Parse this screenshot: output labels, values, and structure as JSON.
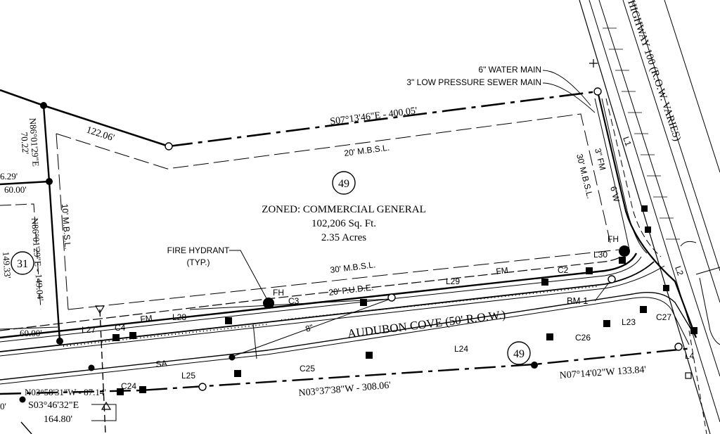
{
  "lot_49": {
    "number": "49",
    "zoning": "ZONED: COMMERCIAL GENERAL",
    "area_sqft": "102,206 Sq. Ft.",
    "area_acres": "2.35 Acres",
    "front_label_number": "49"
  },
  "lot_31": {
    "number": "31"
  },
  "setbacks": {
    "north": "20' M.B.S.L.",
    "east": "30' M.B.S.L.",
    "south": "30' M.B.S.L.",
    "west": "10' M.B.S.L.",
    "pude": "20' P.U.D.E."
  },
  "bearings": {
    "north_line": "S07°13'46\"E - 400.05'",
    "north_west": "122.06'",
    "lot31_top": "N86°01'29\"E",
    "lot31_top_dist": "70.22'",
    "lot31_side": "N86°01'29\"E - 149.04'",
    "cut_a": "6.29'",
    "dist_60_a": "60.00'",
    "dist_60_b": "60.00'",
    "cut_b": "149.33'",
    "south_line": "N03°37'38\"W - 308.06'",
    "south_east": "N07°14'02\"W 133.84'",
    "sw_a": "N03°58'31\"W - 87.14'",
    "sw_b": "S03°46'32\"E",
    "sw_b_dist": "164.80'",
    "cut_c": "0'"
  },
  "road": {
    "name": "AUDUBON COVE  (50' R.O.W.)",
    "highway": "HIGHWAY 100 (R.O.W. VARIES)"
  },
  "utilities": {
    "water_main": "6\" WATER MAIN",
    "sewer_main": "3\" LOW PRESSURE SEWER MAIN",
    "fire_hydrant": "FIRE HYDRANT",
    "fire_hydrant_typ": "(TYP.)",
    "fh": "FH",
    "fm": "FM",
    "sa": "SA",
    "pipe_8": "8\"",
    "fm_3": "3\" FM",
    "w_6": "6\"W",
    "benchmark": "BM 1"
  },
  "curves": [
    "C2",
    "C3",
    "C4",
    "C24",
    "C25",
    "C26",
    "C27"
  ],
  "lines": [
    "L1",
    "L2",
    "L4",
    "L23",
    "L24",
    "L25",
    "L27",
    "L28",
    "L29",
    "L30"
  ]
}
